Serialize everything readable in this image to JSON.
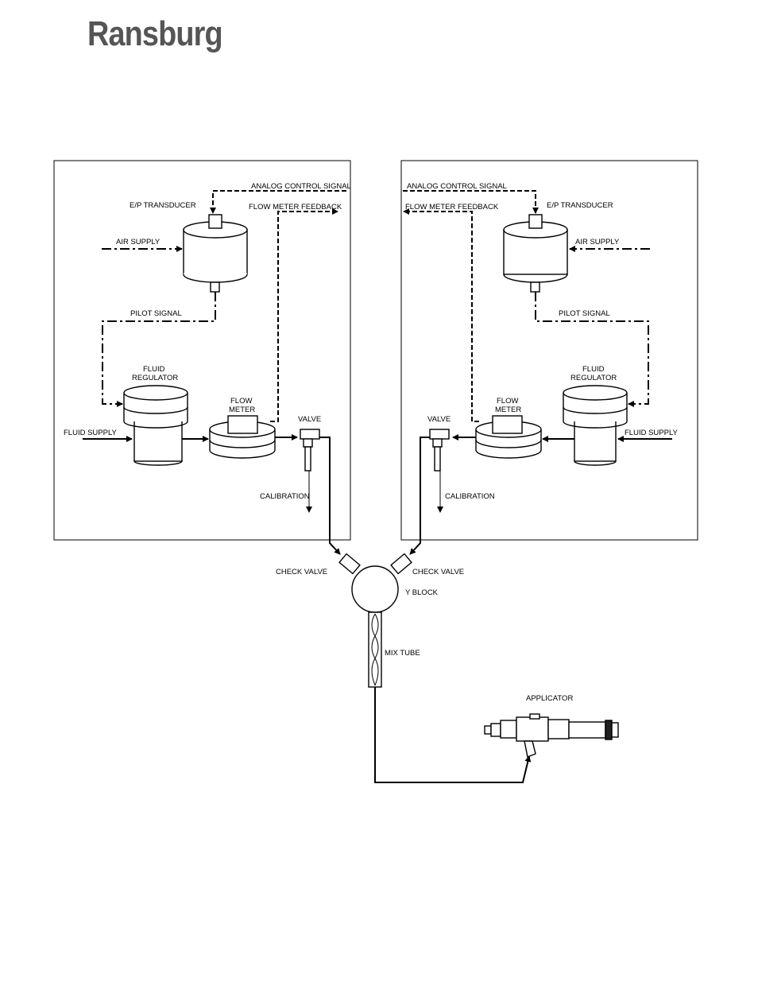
{
  "brand": {
    "logo_text": "Ransburg"
  },
  "left_panel": {
    "analog_control_signal": "ANALOG CONTROL SIGNAL",
    "ep_transducer": "E/P TRANSDUCER",
    "flow_meter_feedback": "FLOW METER FEEDBACK",
    "air_supply": "AIR SUPPLY",
    "pilot_signal": "PILOT SIGNAL",
    "fluid_regulator_line1": "FLUID",
    "fluid_regulator_line2": "REGULATOR",
    "flow_meter_line1": "FLOW",
    "flow_meter_line2": "METER",
    "valve": "VALVE",
    "fluid_supply": "FLUID SUPPLY",
    "calibration": "CALIBRATION"
  },
  "right_panel": {
    "analog_control_signal": "ANALOG CONTROL SIGNAL",
    "ep_transducer": "E/P TRANSDUCER",
    "flow_meter_feedback": "FLOW METER FEEDBACK",
    "air_supply": "AIR SUPPLY",
    "pilot_signal": "PILOT SIGNAL",
    "fluid_regulator_line1": "FLUID",
    "fluid_regulator_line2": "REGULATOR",
    "flow_meter_line1": "FLOW",
    "flow_meter_line2": "METER",
    "valve": "VALVE",
    "fluid_supply": "FLUID SUPPLY",
    "calibration": "CALIBRATION"
  },
  "common": {
    "check_valve_left": "CHECK VALVE",
    "check_valve_right": "CHECK VALVE",
    "y_block": "Y BLOCK",
    "mix_tube": "MIX TUBE",
    "applicator": "APPLICATOR"
  }
}
